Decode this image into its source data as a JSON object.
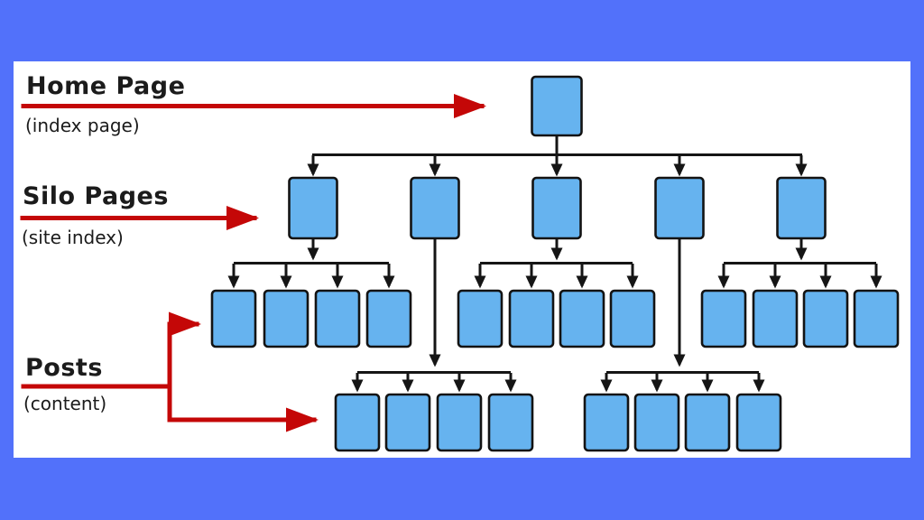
{
  "colors": {
    "page_background": "#5271fa",
    "canvas_background": "#ffffff",
    "node_fill": "#66b3ef",
    "node_border": "#131313",
    "connector_black": "#151515",
    "arrow_red": "#c40707",
    "text": "#1b1b1b"
  },
  "annotations": {
    "home": {
      "title": "Home Page",
      "subtitle": "(index page)"
    },
    "silo": {
      "title": "Silo Pages",
      "subtitle": "(site index)"
    },
    "posts": {
      "title": "Posts",
      "subtitle": "(content)"
    }
  },
  "diagram": {
    "type": "tree",
    "description": "Website silo structure: one home page links to five silo pages; each silo page links to four posts",
    "home_count": 1,
    "silo_count": 5,
    "post_groups": [
      {
        "parent_silo": 1,
        "post_count": 4,
        "row": "upper"
      },
      {
        "parent_silo": 2,
        "post_count": 4,
        "row": "lower"
      },
      {
        "parent_silo": 3,
        "post_count": 4,
        "row": "upper"
      },
      {
        "parent_silo": 4,
        "post_count": 4,
        "row": "lower"
      },
      {
        "parent_silo": 5,
        "post_count": 4,
        "row": "upper"
      }
    ]
  }
}
